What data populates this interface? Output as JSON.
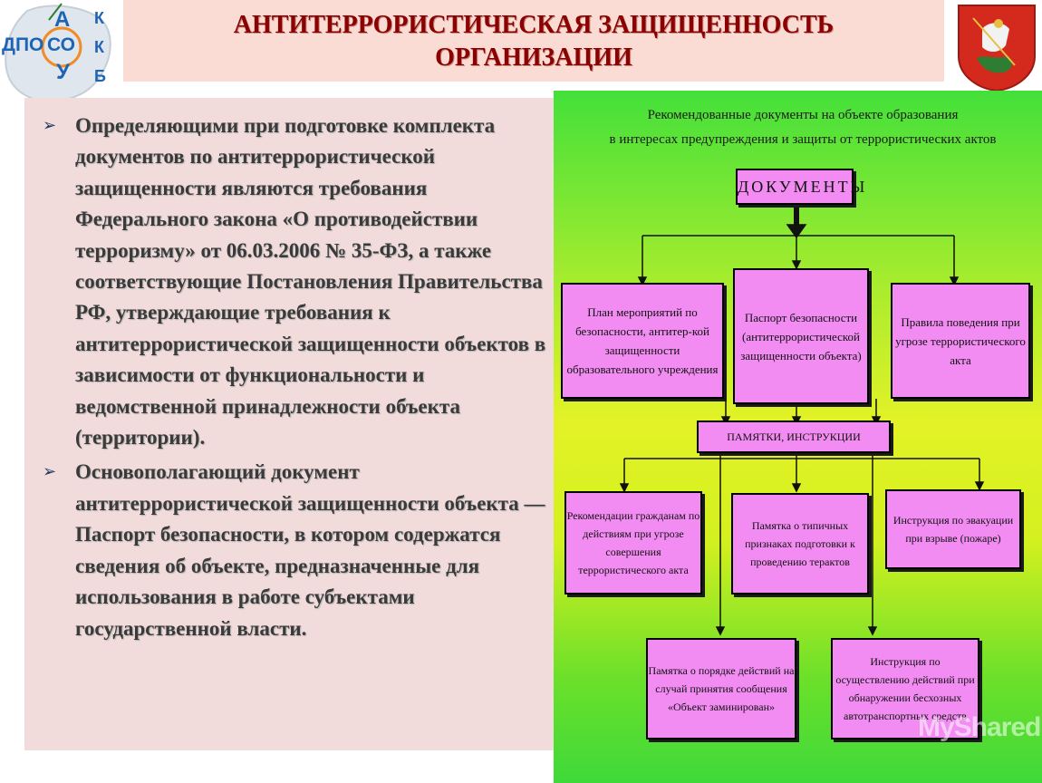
{
  "logo": {
    "left_letters": "ДПО",
    "circle_letters": "СО",
    "stack_letters": [
      "А",
      "У"
    ],
    "right_letters": [
      "К",
      "К",
      "Б"
    ]
  },
  "header": {
    "title_line1": "АНТИТЕРРОРИСТИЧЕСКАЯ ЗАЩИЩЕННОСТЬ",
    "title_line2": "ОРГАНИЗАЦИИ",
    "title_color": "#8b0000",
    "band_color": "#fbdcd4"
  },
  "coat_of_arms": {
    "icon": "moscow-coat-of-arms-icon",
    "color": "#d42a1e"
  },
  "bullets": [
    {
      "icon": "arrow-bullet-icon",
      "text": "Определяющими при подготовке комплекта документов по антитеррористической защищенности являются требования Федерального закона «О противодействии терроризму» от 06.03.2006 № 35-ФЗ, а также соответствующие Постановления Правительства РФ, утверждающие требования к антитеррористической защищенности объектов в зависимости от функциональности и ведомственной принадлежности объекта (территории)."
    },
    {
      "icon": "arrow-bullet-icon",
      "text": "Основополагающий документ антитеррористической защищенности объекта — Паспорт безопасности, в котором содержатся сведения об объекте, предназначенные для использования в работе субъектами государственной власти."
    }
  ],
  "diagram": {
    "title_line1": "Рекомендованные документы на объекте образования",
    "title_line2": "в интересах предупреждения и защиты от террористических актов",
    "root": "ДОКУМЕНТЫ",
    "level1": [
      "План мероприятий по безопасности, антитер-кой защищенности образовательного учреждения",
      "Паспорт безопасности (антитеррористической защищенности объекта)",
      "Правила поведения при угрозе террористического акта"
    ],
    "hub": "ПАМЯТКИ, ИНСТРУКЦИИ",
    "level2": [
      "Рекомендации гражданам по действиям при угрозе совершения террористического акта",
      "Памятка о типичных признаках подготовки к проведению терактов",
      "Инструкция по эвакуации при взрыве (пожаре)"
    ],
    "level3": [
      "Памятка о порядке действий на случай принятия сообщения «Объект заминирован»",
      "Инструкция по осуществлению действий при обнаружении бесхозных автотранспортных средств"
    ],
    "box_color": "#f28cf2",
    "box_light_color": "#fafa9a"
  },
  "watermark": "MyShared"
}
